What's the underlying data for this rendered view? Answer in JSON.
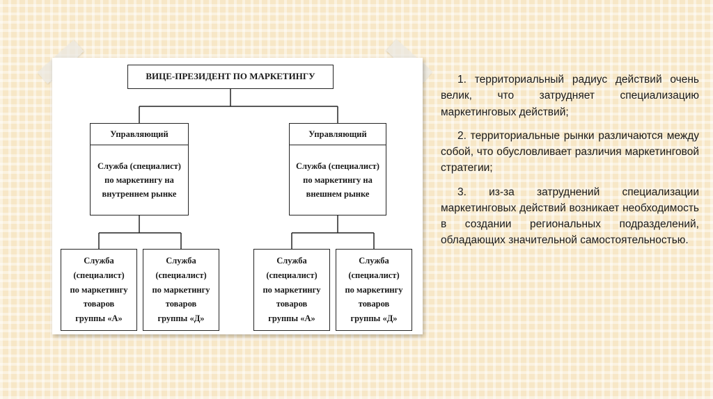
{
  "diagram": {
    "top": "ВИЦЕ-ПРЕЗИДЕНТ ПО МАРКЕТИНГУ",
    "managers": [
      {
        "title": "Управляющий",
        "service_lines": [
          "Служба",
          "(специалист) по",
          "маркетингу на",
          "внутреннем рынке"
        ]
      },
      {
        "title": "Управляющий",
        "service_lines": [
          "Служба",
          "(специалист) по",
          "маркетингу на",
          "внешнем рынке"
        ]
      }
    ],
    "subunits": [
      {
        "lines": [
          "Служба",
          "(специалист)",
          "по маркетингу",
          "товаров",
          "группы «А»"
        ]
      },
      {
        "lines": [
          "Служба",
          "(специалист)",
          "по маркетингу",
          "товаров",
          "группы «Д»"
        ]
      },
      {
        "lines": [
          "Служба",
          "(специалист)",
          "по маркетингу",
          "товаров",
          "группы «А»"
        ]
      },
      {
        "lines": [
          "Служба",
          "(специалист)",
          "по маркетингу",
          "товаров",
          "группы «Д»"
        ]
      }
    ]
  },
  "points": [
    "1. территориальный радиус действий очень велик, что затрудняет специализацию маркетинговых действий;",
    "2. территориальные рынки различаются между собой, что обусловливает различия маркетинговой стратегии;",
    "3. из-за затруднений специализации маркетинговых действий возникает необходимость в создании региональных подразделений, обладающих значительной самостоятельностью."
  ]
}
